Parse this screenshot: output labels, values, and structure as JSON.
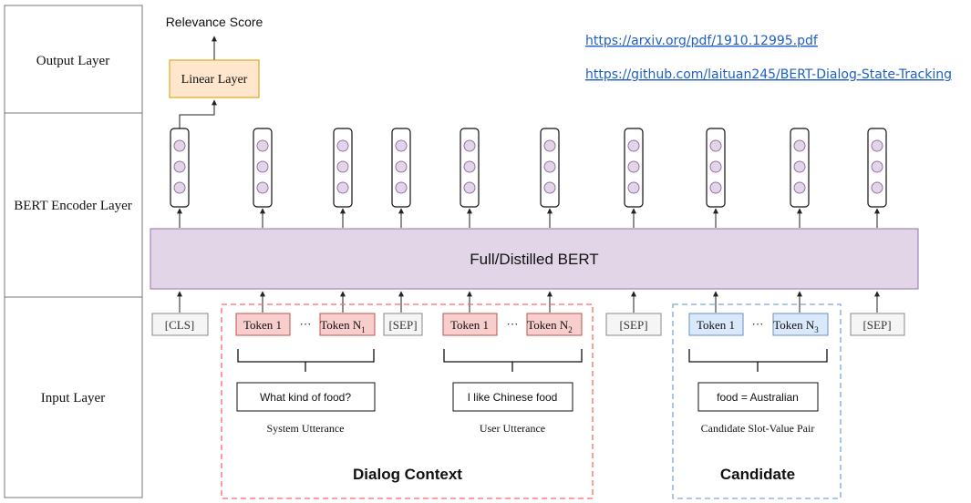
{
  "layers": {
    "output": "Output Layer",
    "encoder": "BERT Encoder Layer",
    "input": "Input Layer"
  },
  "output": {
    "relevance_score": "Relevance Score",
    "linear_layer": "Linear Layer"
  },
  "links": {
    "paper": "https://arxiv.org/pdf/1910.12995.pdf",
    "repo": "https://github.com/laituan245/BERT-Dialog-State-Tracking"
  },
  "bert_label": "Full/Distilled BERT",
  "tokens": {
    "cls": "[CLS]",
    "token1": "Token 1",
    "token_n": "Token N",
    "sub1": "1",
    "sub2": "2",
    "sub3": "3",
    "sep": "[SEP]",
    "ellipsis": "···"
  },
  "utterances": {
    "system_text": "What kind of food?",
    "system_label": "System Utterance",
    "user_text": "I like Chinese food",
    "user_label": "User Utterance",
    "candidate_text": "food = Australian",
    "candidate_label": "Candidate Slot-Value Pair"
  },
  "groups": {
    "dialog_context": "Dialog Context",
    "candidate": "Candidate"
  },
  "colors": {
    "bert_fill": "#e1d5e7",
    "bert_stroke": "#9673a6",
    "token_red_fill": "#f8cecc",
    "token_red_stroke": "#b85450",
    "token_blue_fill": "#dae8fc",
    "token_blue_stroke": "#6c8ebf",
    "linear_fill": "#ffe6cc",
    "linear_stroke": "#d79b00",
    "dialog_dash": "#ff6666",
    "candidate_dash": "#7ea6e0"
  }
}
